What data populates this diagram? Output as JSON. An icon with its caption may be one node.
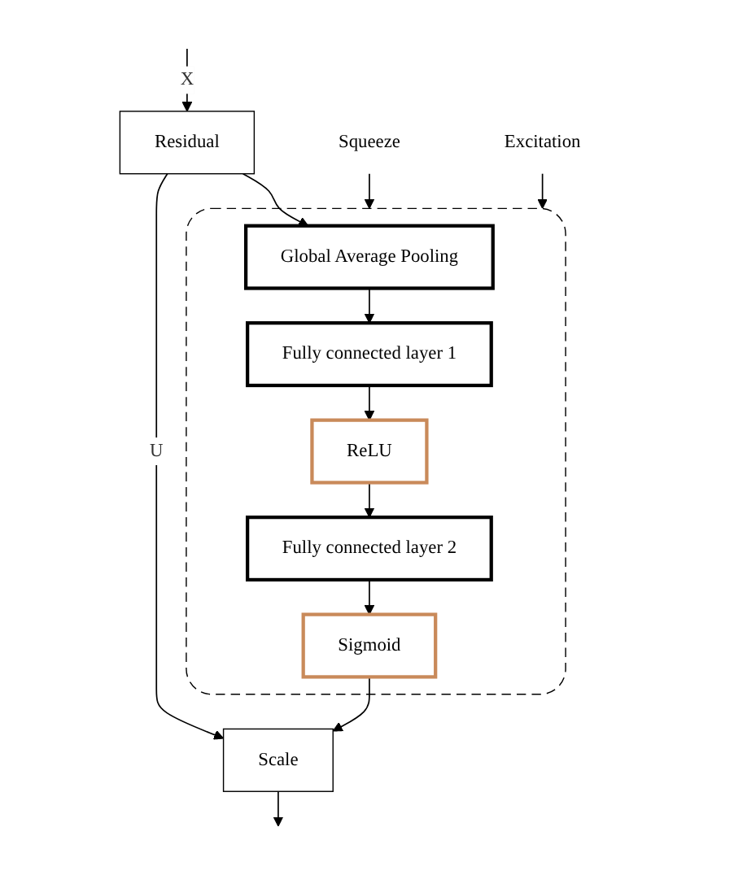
{
  "diagram": {
    "nodes": [
      {
        "text": [
          "Residual"
        ]
      },
      {
        "text": [
          "Squeeze"
        ]
      },
      {
        "text": [],
        "shape": "box"
      },
      {
        "text": [
          "Global Average Pooling"
        ],
        "in": 2
      },
      {
        "text": [
          "Fully connected layer 1"
        ],
        "in": 2
      },
      {
        "text": [
          "ReLU"
        ],
        "in": 2
      },
      {
        "text": [
          "Fully connected layer 2"
        ],
        "in": 2
      },
      {
        "text": [
          "Excitation"
        ]
      },
      {
        "text": [
          "Sigmoid"
        ],
        "in": 2
      },
      {
        "text": [
          "Scale"
        ]
      }
    ],
    "edges": [
      {
        "from": null,
        "to": 0,
        "arrow": "to",
        "label": "X"
      },
      {
        "from": 0,
        "to": 9,
        "arrow": "to",
        "label": "U"
      },
      {
        "from": 0,
        "to": 3,
        "arrow": "to"
      },
      {
        "from": 1,
        "to": 2,
        "arrow": "to"
      },
      {
        "from": 3,
        "to": 4,
        "arrow": "to"
      },
      {
        "from": 4,
        "to": 5,
        "arrow": "to"
      },
      {
        "from": 5,
        "to": 6,
        "arrow": "to"
      },
      {
        "from": 6,
        "to": 8,
        "arrow": "to"
      },
      {
        "from": 7,
        "to": 2,
        "arrow": "to"
      },
      {
        "from": 8,
        "to": 9,
        "arrow": "to"
      },
      {
        "from": 9,
        "to": null,
        "arrow": "to"
      }
    ]
  }
}
